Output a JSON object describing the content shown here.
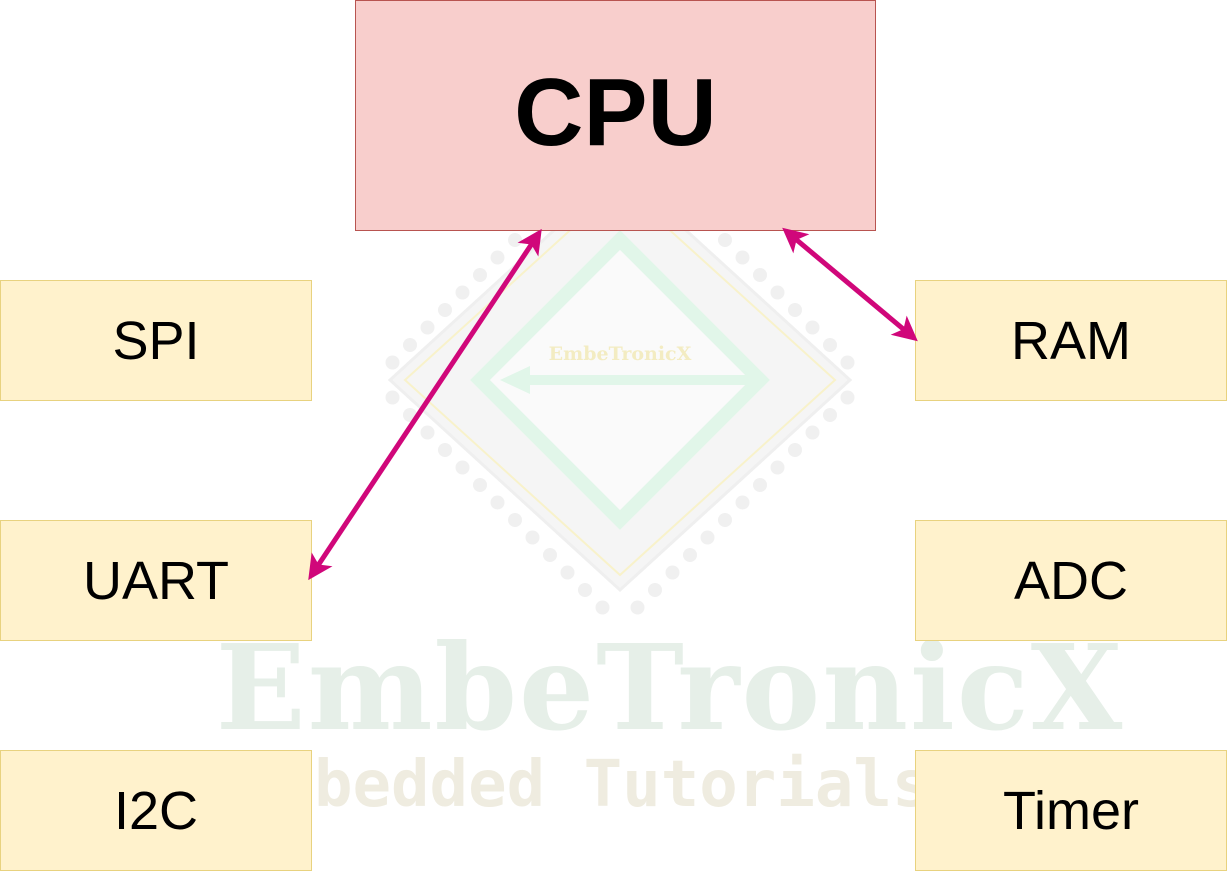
{
  "watermark": {
    "brand": "EmbeTronicX",
    "tagline": "Embedded Tutorials Zone",
    "chip_label": "EmbeTronicX"
  },
  "diagram": {
    "cpu_label": "CPU",
    "left_blocks": [
      "SPI",
      "UART",
      "I2C"
    ],
    "right_blocks": [
      "RAM",
      "ADC",
      "Timer"
    ],
    "connections": [
      {
        "from": "CPU",
        "to": "UART",
        "direction": "bidirectional"
      },
      {
        "from": "CPU",
        "to": "RAM",
        "direction": "bidirectional"
      }
    ]
  },
  "colors": {
    "cpu_fill": "#f8cecc",
    "cpu_border": "#b85450",
    "peripheral_fill": "#fff2cc",
    "peripheral_border": "#e8d27f",
    "arrow": "#d0077a"
  }
}
